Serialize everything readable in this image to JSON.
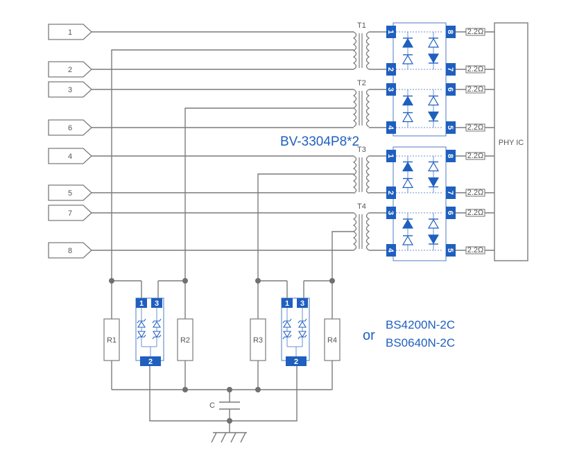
{
  "connectors": [
    "1",
    "2",
    "3",
    "6",
    "4",
    "5",
    "7",
    "8"
  ],
  "transformers": [
    "T1",
    "T2",
    "T3",
    "T4"
  ],
  "chip_pins": [
    {
      "left": "1",
      "right": "8"
    },
    {
      "left": "2",
      "right": "7"
    },
    {
      "left": "3",
      "right": "6"
    },
    {
      "left": "4",
      "right": "5"
    },
    {
      "left": "1",
      "right": "8"
    },
    {
      "left": "2",
      "right": "7"
    },
    {
      "left": "3",
      "right": "6"
    },
    {
      "left": "4",
      "right": "5"
    }
  ],
  "resistor_value": "2.2Ω",
  "phy_label": "PHY IC",
  "part_name": "BV-3304P8*2",
  "bottom_resistors": [
    "R1",
    "R2",
    "R3",
    "R4"
  ],
  "tvs_pins": {
    "a": "1",
    "b": "3",
    "c": "2"
  },
  "capacitor_label": "C",
  "alt_word": "or",
  "alt_parts": [
    "BS4200N-2C",
    "BS0640N-2C"
  ],
  "colors": {
    "accent": "#1f5fbf",
    "wire": "#7a7a7a"
  }
}
